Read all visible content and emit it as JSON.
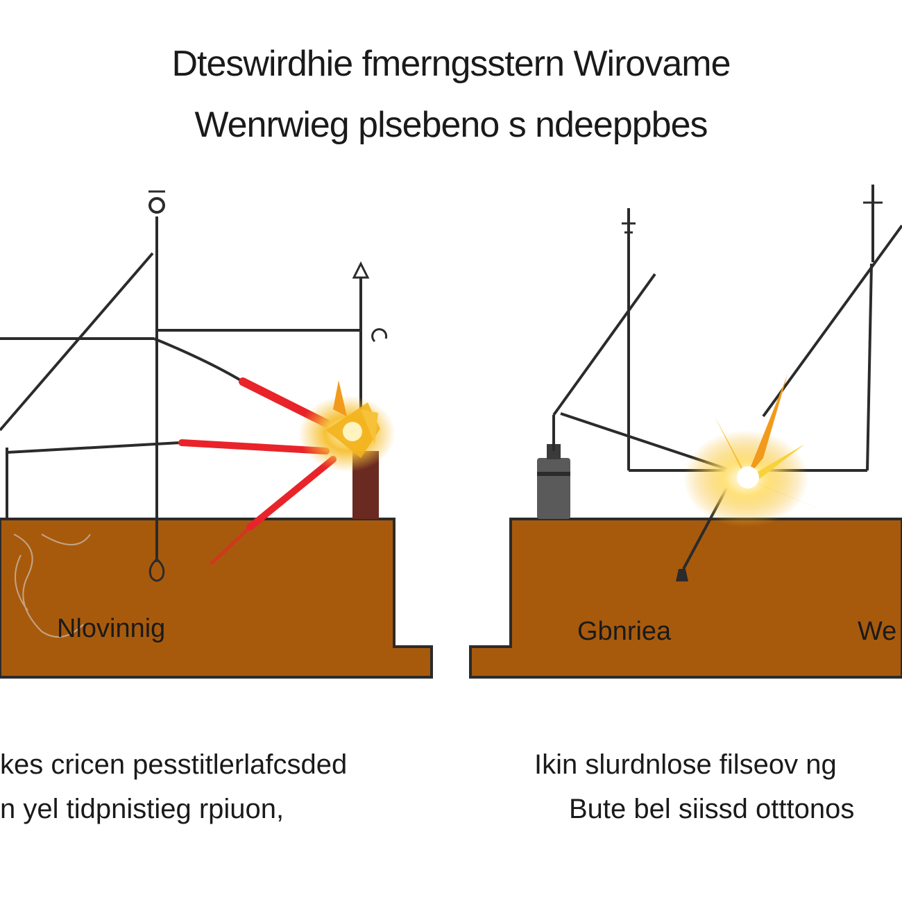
{
  "header": {
    "title_line1": "Dteswirdhie fmerngsstern Wirovame",
    "title_line2": "Wenrwieg plsebeno s ndeeppbes"
  },
  "left_panel": {
    "label": "Nlovinnig",
    "caption_line1": "kes cricen pesstitlerlafcsded",
    "caption_line2": "n yel tidpnistieg rpiuon,"
  },
  "right_panel": {
    "label_center": "Gbnriea",
    "label_right": "We",
    "caption_line1": "Ikin slurdnlose filseov ng",
    "caption_line2": "Bute bel siissd otttonos"
  },
  "colors": {
    "ground": "#a85a0c",
    "ground_outline": "#2b2b2b",
    "wire": "#2b2b2b",
    "beam": "#e8242a",
    "spark": "#f2b21c",
    "electrode": "#6a2a22",
    "holder": "#5a5a5a"
  }
}
